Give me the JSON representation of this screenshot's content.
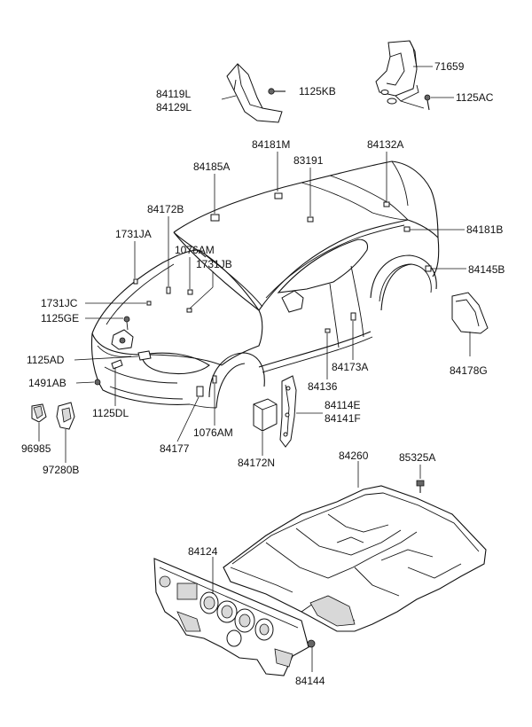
{
  "labels": {
    "l71659": "71659",
    "l1125AC": "1125AC",
    "l84119L": "84119L",
    "l84129L": "84129L",
    "l1125KB": "1125KB",
    "l84181M": "84181M",
    "l83191": "83191",
    "l84132A": "84132A",
    "l84185A": "84185A",
    "l84172B": "84172B",
    "l84181B": "84181B",
    "l1731JA": "1731JA",
    "l1076AM_top": "1076AM",
    "l1731JB": "1731JB",
    "l84145B": "84145B",
    "l1731JC": "1731JC",
    "l1125GE": "1125GE",
    "l1125AD": "1125AD",
    "l84173A": "84173A",
    "l84178G": "84178G",
    "l1491AB": "1491AB",
    "l84136": "84136",
    "l84114E": "84114E",
    "l84141F": "84141F",
    "l1125DL": "1125DL",
    "l96985": "96985",
    "l97280B": "97280B",
    "l84177": "84177",
    "l1076AM_bot": "1076AM",
    "l84172N": "84172N",
    "l84260": "84260",
    "l85325A": "85325A",
    "l84124": "84124",
    "l84144": "84144"
  }
}
